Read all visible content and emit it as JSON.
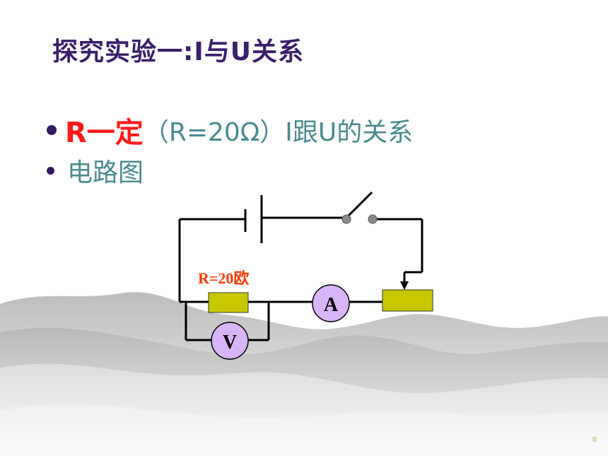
{
  "slide": {
    "title": "探究实验一:I与U关系",
    "page_number": "8"
  },
  "bullets": {
    "first_highlight": "R一定",
    "first_rest": "（R=20Ω）I跟U的关系",
    "second": "电路图"
  },
  "circuit": {
    "resistor_label": "R=20欧",
    "ammeter_symbol": "A",
    "voltmeter_symbol": "V",
    "colors": {
      "wire": "#000000",
      "resistor_fill": "#c8c800",
      "meter_fill": "#d8b4f8",
      "resistor_label": "#ff3b00"
    }
  }
}
